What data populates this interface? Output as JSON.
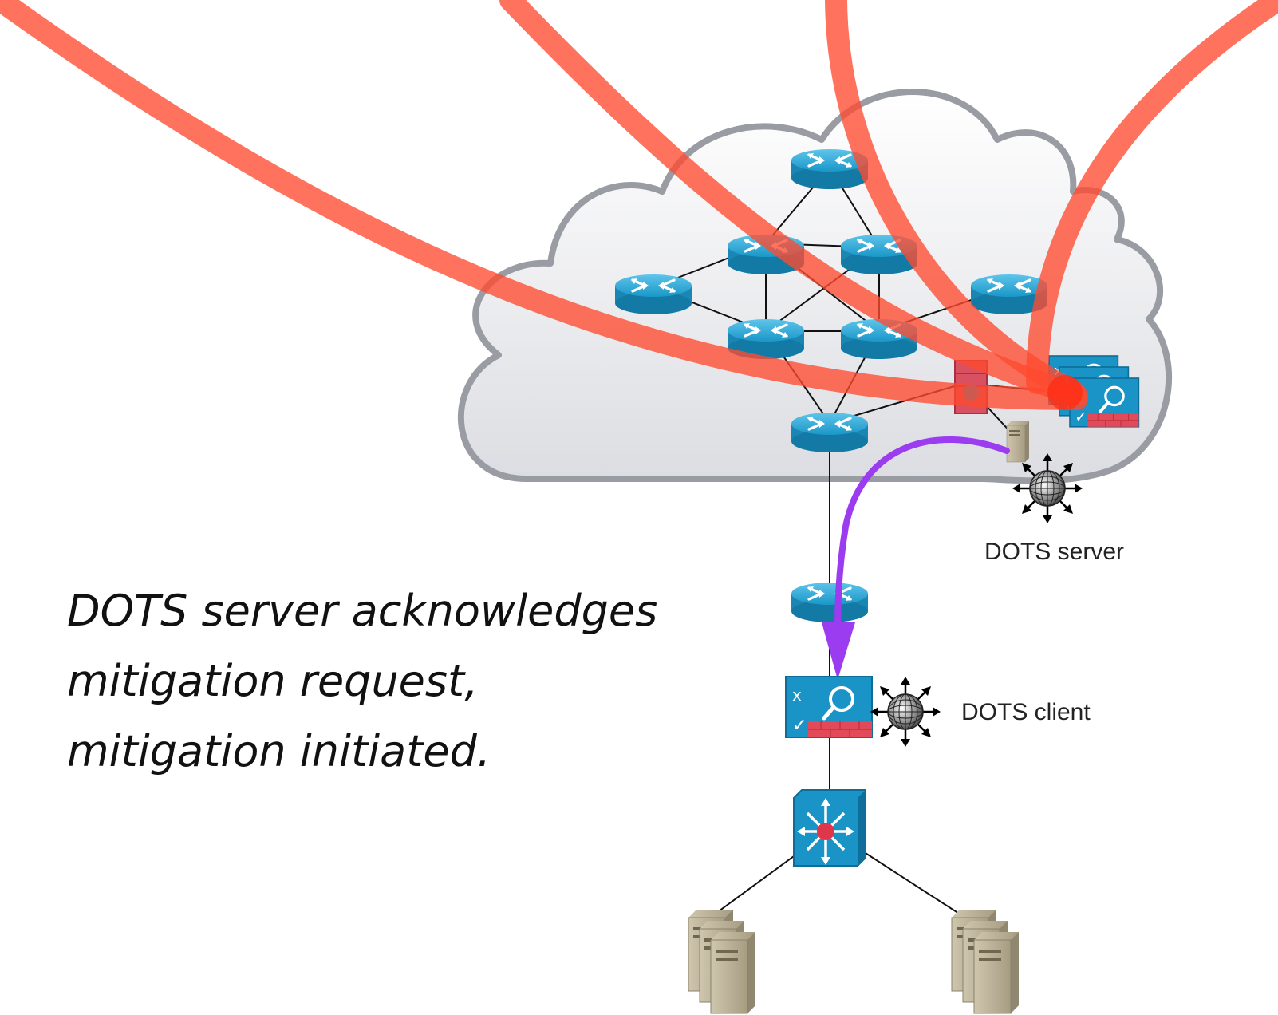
{
  "labels": {
    "dots_server": "DOTS server",
    "dots_client": "DOTS client"
  },
  "caption": {
    "line1": "DOTS server acknowledges",
    "line2": "mitigation request,",
    "line3": "mitigation initiated."
  },
  "icons": {
    "router": "router-icon",
    "firewall": "firewall-icon",
    "mitigator": "mitigation-appliance-icon",
    "server": "server-icon",
    "dots_agent": "dots-agent-globe-icon",
    "switch": "layer3-switch-icon"
  },
  "colors": {
    "attack_traffic": "#ff5a44",
    "signal_arrow": "#9b3cf0",
    "cloud_fill": "#e9eaee",
    "device_blue": "#1a97c8"
  }
}
